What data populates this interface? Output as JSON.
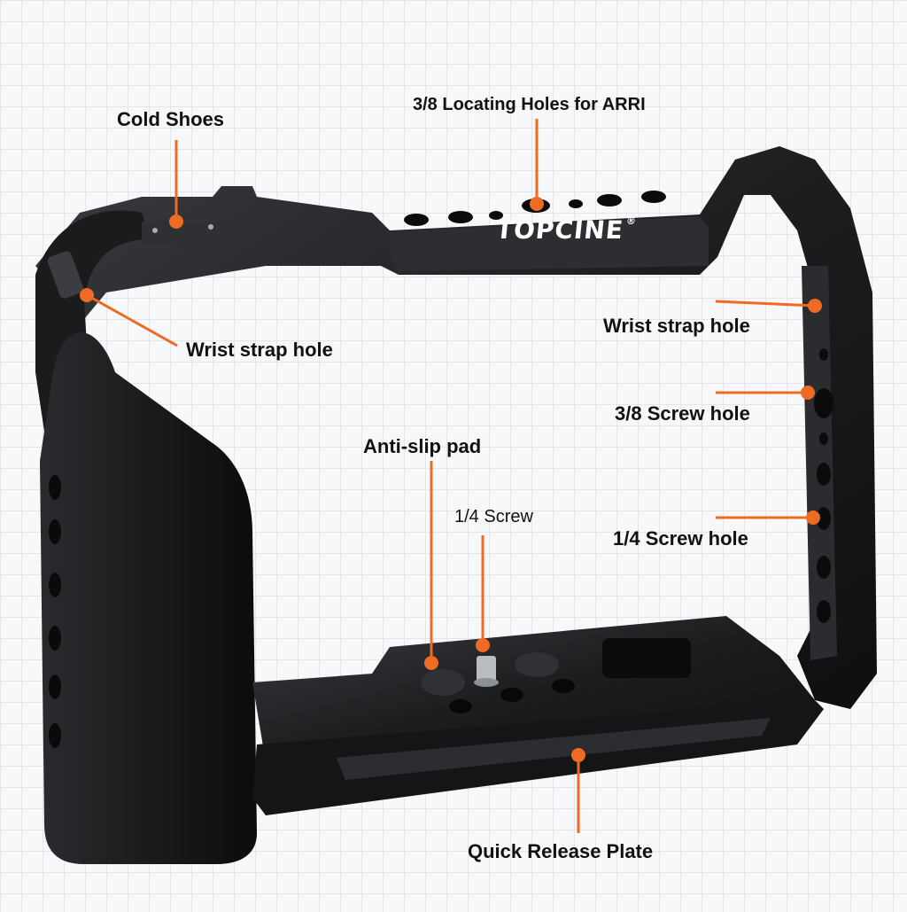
{
  "image": {
    "brand_logo": "TOPCINE",
    "brand_reg_mark": "®",
    "accent_color": "#ef6a22",
    "cage_color": "#1c1d1f",
    "background_color": "#f7f8fa"
  },
  "callouts": [
    {
      "id": "cold-shoes",
      "text": "Cold Shoes"
    },
    {
      "id": "arri-holes",
      "text": "3/8 Locating Holes for ARRI"
    },
    {
      "id": "wrist-strap-left",
      "text": "Wrist strap hole"
    },
    {
      "id": "wrist-strap-right",
      "text": "Wrist strap hole"
    },
    {
      "id": "screw-hole-38",
      "text": "3/8 Screw hole"
    },
    {
      "id": "anti-slip-pad",
      "text": "Anti-slip pad"
    },
    {
      "id": "screw-14",
      "text": "1/4 Screw"
    },
    {
      "id": "screw-hole-14",
      "text": "1/4 Screw hole"
    },
    {
      "id": "quick-release-plate",
      "text": "Quick Release Plate"
    }
  ]
}
